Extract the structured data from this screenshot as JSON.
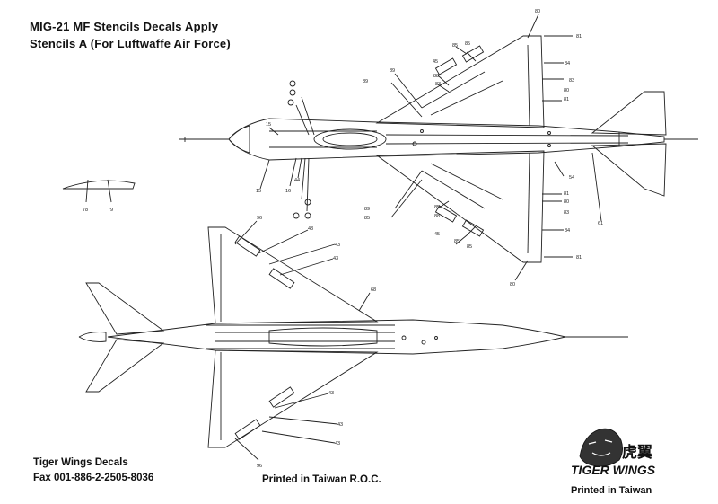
{
  "header": {
    "line1": "MIG-21 MF  Stencils Decals Apply",
    "line2": "Stencils A (For Luftwaffe Air Force)"
  },
  "footer": {
    "company": "Tiger Wings Decals",
    "fax": "Fax 001-886-2-2505-8036",
    "printed_roc": "Printed in Taiwan R.O.C.",
    "printed_taiwan": "Printed in Taiwan"
  },
  "logo": {
    "chinese": "虎翼",
    "brand": "TIGER WINGS"
  },
  "callouts": {
    "upper": [
      "80",
      "81",
      "85",
      "85",
      "84",
      "83",
      "45",
      "88",
      "89",
      "89",
      "15",
      "80",
      "81",
      "83",
      "15",
      "16",
      "44",
      "54",
      "81",
      "80",
      "83",
      "85",
      "88",
      "89",
      "85",
      "45",
      "85",
      "84",
      "61",
      "81",
      "80",
      "85"
    ],
    "lower": [
      "96",
      "43",
      "43",
      "43",
      "68",
      "43",
      "43",
      "43",
      "96"
    ],
    "canopy": [
      "78",
      "79"
    ]
  },
  "colors": {
    "ink": "#222222",
    "paper": "#ffffff"
  }
}
